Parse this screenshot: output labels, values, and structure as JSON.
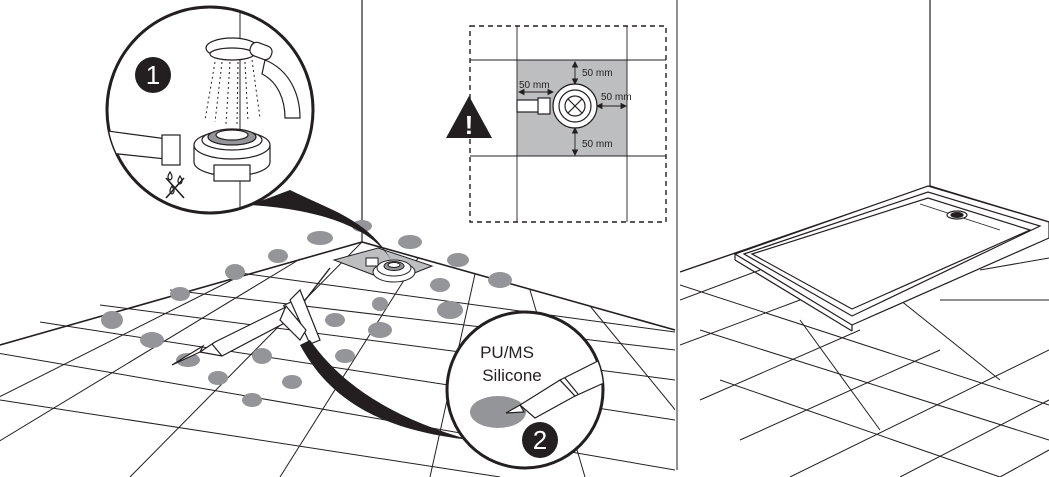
{
  "step1": {
    "number": "1"
  },
  "step2": {
    "number": "2",
    "sealant_line1": "PU/MS",
    "sealant_line2": "Silicone"
  },
  "warning": {
    "mark": "!"
  },
  "clearance": {
    "left": "50 mm",
    "top": "50 mm",
    "right": "50 mm",
    "bottom": "50 mm"
  },
  "colors": {
    "ink": "#231f20",
    "glue": "#939598",
    "clearance_zone": "#bcbec0"
  }
}
